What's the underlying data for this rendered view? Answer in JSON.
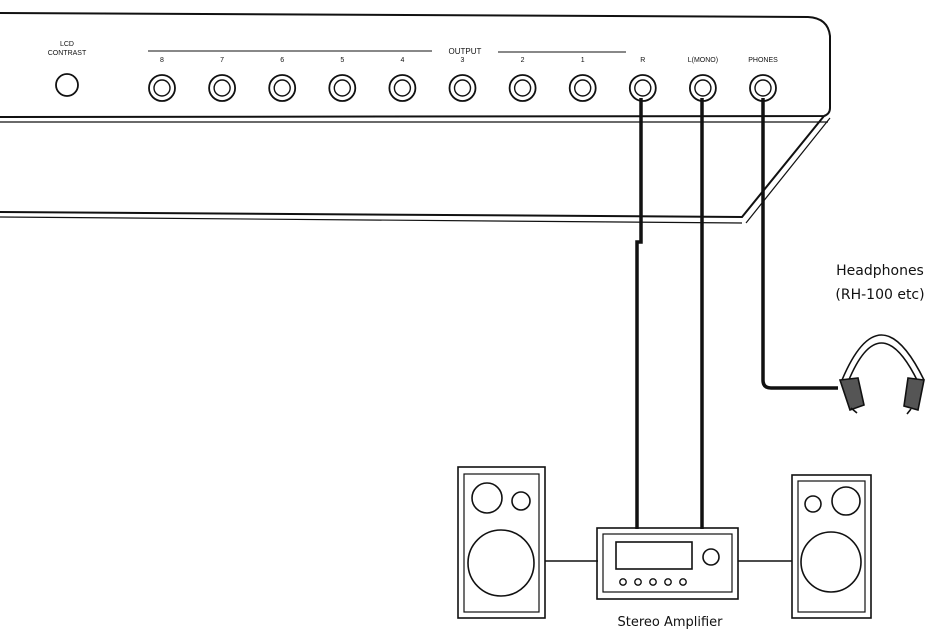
{
  "panel": {
    "lcd_contrast_line1": "LCD",
    "lcd_contrast_line2": "CONTRAST",
    "output_title": "OUTPUT",
    "jacks": [
      {
        "label": "8"
      },
      {
        "label": "7"
      },
      {
        "label": "6"
      },
      {
        "label": "5"
      },
      {
        "label": "4"
      },
      {
        "label": "3"
      },
      {
        "label": "2"
      },
      {
        "label": "1"
      },
      {
        "label": "R"
      },
      {
        "label": "L(MONO)"
      },
      {
        "label": "PHONES"
      }
    ]
  },
  "headphones": {
    "label_line1": "Headphones",
    "label_line2": "(RH-100 etc)"
  },
  "amplifier": {
    "label": "Stereo Amplifier"
  }
}
